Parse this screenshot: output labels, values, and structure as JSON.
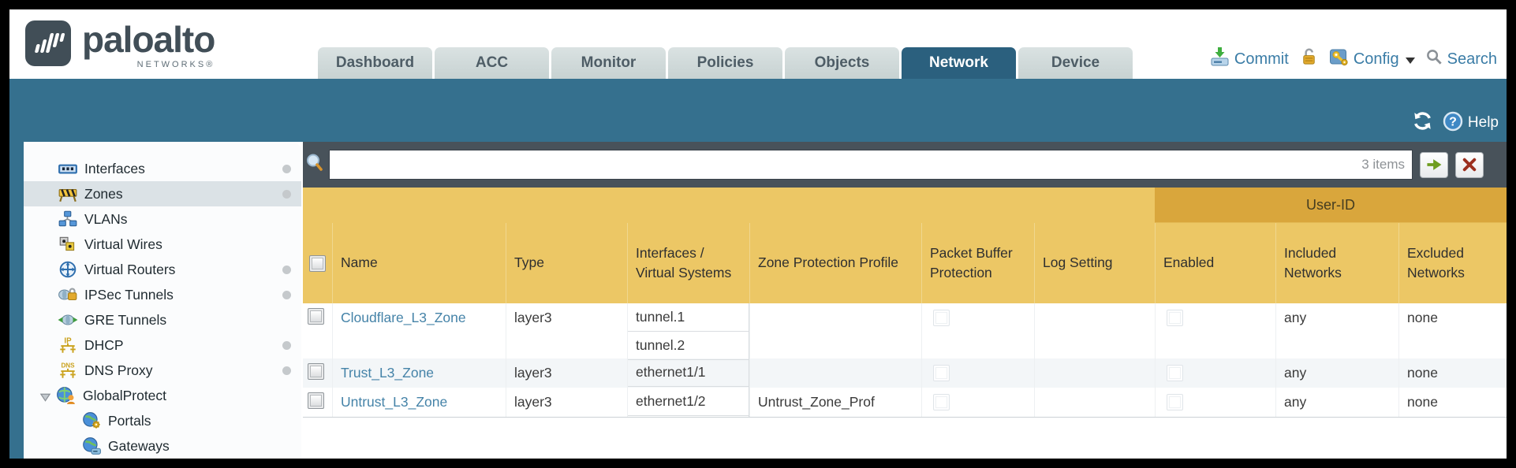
{
  "brand": {
    "name": "paloalto",
    "subtitle": "NETWORKS®"
  },
  "nav": {
    "tabs": [
      {
        "label": "Dashboard",
        "active": false
      },
      {
        "label": "ACC",
        "active": false
      },
      {
        "label": "Monitor",
        "active": false
      },
      {
        "label": "Policies",
        "active": false
      },
      {
        "label": "Objects",
        "active": false
      },
      {
        "label": "Network",
        "active": true
      },
      {
        "label": "Device",
        "active": false
      }
    ],
    "actions": {
      "commit": "Commit",
      "config": "Config",
      "search": "Search"
    }
  },
  "toolbar": {
    "help_label": "Help"
  },
  "sidebar": {
    "items": [
      {
        "label": "Interfaces",
        "icon": "interfaces-icon",
        "dot": true
      },
      {
        "label": "Zones",
        "icon": "zones-icon",
        "dot": true,
        "selected": true
      },
      {
        "label": "VLANs",
        "icon": "vlans-icon",
        "dot": false
      },
      {
        "label": "Virtual Wires",
        "icon": "virtual-wires-icon",
        "dot": false
      },
      {
        "label": "Virtual Routers",
        "icon": "virtual-routers-icon",
        "dot": true
      },
      {
        "label": "IPSec Tunnels",
        "icon": "ipsec-tunnels-icon",
        "dot": true
      },
      {
        "label": "GRE Tunnels",
        "icon": "gre-tunnels-icon",
        "dot": false
      },
      {
        "label": "DHCP",
        "icon": "dhcp-icon",
        "dot": true
      },
      {
        "label": "DNS Proxy",
        "icon": "dns-proxy-icon",
        "dot": true
      },
      {
        "label": "GlobalProtect",
        "icon": "globalprotect-icon",
        "dot": false,
        "expander": true
      },
      {
        "label": "Portals",
        "icon": "portals-icon",
        "dot": false,
        "child": true
      },
      {
        "label": "Gateways",
        "icon": "gateways-icon",
        "dot": false,
        "child": true
      }
    ]
  },
  "filterbar": {
    "value": "",
    "count": "3 items"
  },
  "table": {
    "group_header": "User-ID",
    "columns": [
      "",
      "Name",
      "Type",
      "Interfaces / Virtual Systems",
      "Zone Protection Profile",
      "Packet Buffer Protection",
      "Log Setting",
      "Enabled",
      "Included Networks",
      "Excluded Networks"
    ],
    "rows": [
      {
        "name": "Cloudflare_L3_Zone",
        "type": "layer3",
        "interfaces": [
          "tunnel.1",
          "tunnel.2"
        ],
        "zone_protection_profile": "",
        "log_setting": "",
        "included_networks": "any",
        "excluded_networks": "none"
      },
      {
        "name": "Trust_L3_Zone",
        "type": "layer3",
        "interfaces": [
          "ethernet1/1"
        ],
        "zone_protection_profile": "",
        "log_setting": "",
        "included_networks": "any",
        "excluded_networks": "none"
      },
      {
        "name": "Untrust_L3_Zone",
        "type": "layer3",
        "interfaces": [
          "ethernet1/2"
        ],
        "zone_protection_profile": "Untrust_Zone_Prof",
        "log_setting": "",
        "included_networks": "any",
        "excluded_networks": "none"
      }
    ]
  },
  "colors": {
    "teal_band": "#35708e",
    "tab_active": "#2b607e",
    "header_orange": "#ecc765",
    "group_orange": "#d9a63c",
    "link_blue": "#4583a8",
    "filter_strip": "#48525a"
  }
}
